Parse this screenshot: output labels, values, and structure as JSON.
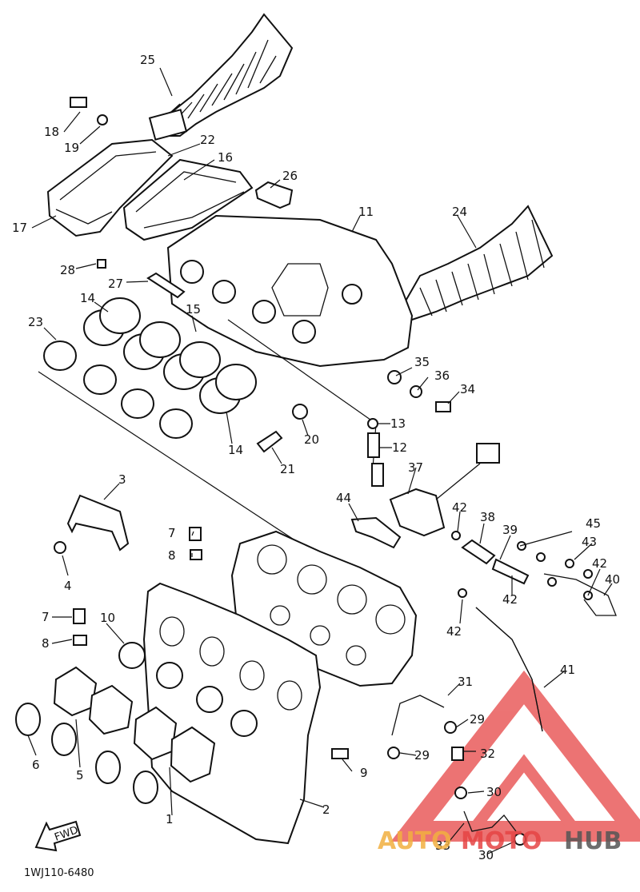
{
  "diagram_code": "1WJ110-6480",
  "direction_label": "FWD",
  "watermark": {
    "word_a": "AUTO",
    "word_b": "MOTO",
    "word_c": "HUB",
    "color_a": "#f2b040",
    "color_b": "#e64545",
    "color_c": "#555555"
  },
  "callouts": {
    "c1": "1",
    "c2": "2",
    "c3": "3",
    "c4": "4",
    "c5": "5",
    "c6": "6",
    "c7a": "7",
    "c7b": "7",
    "c8a": "8",
    "c8b": "8",
    "c9": "9",
    "c10": "10",
    "c11": "11",
    "c12": "12",
    "c13": "13",
    "c14a": "14",
    "c14b": "14",
    "c15": "15",
    "c16": "16",
    "c17": "17",
    "c18": "18",
    "c19": "19",
    "c20": "20",
    "c21": "21",
    "c22": "22",
    "c23": "23",
    "c24": "24",
    "c25": "25",
    "c26": "26",
    "c27": "27",
    "c28": "28",
    "c29a": "29",
    "c29b": "29",
    "c30a": "30",
    "c30b": "30",
    "c31": "31",
    "c32": "32",
    "c33": "33",
    "c34": "34",
    "c35": "35",
    "c36": "36",
    "c37": "37",
    "c38": "38",
    "c39": "39",
    "c40": "40",
    "c41": "41",
    "c42a": "42",
    "c42b": "42",
    "c42c": "42",
    "c42d": "42",
    "c43": "43",
    "c44": "44",
    "c45": "45"
  }
}
